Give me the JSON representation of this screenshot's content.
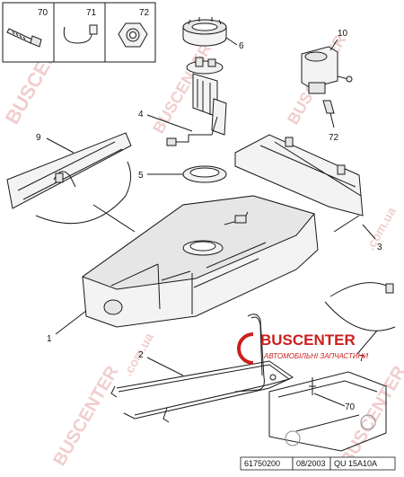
{
  "callouts": {
    "c70_top": "70",
    "c71": "71",
    "c72_top": "72",
    "c6": "6",
    "c10": "10",
    "c4": "4",
    "c9": "9",
    "c72_side": "72",
    "c5": "5",
    "c3": "3",
    "c1": "1",
    "c2": "2",
    "c7": "7",
    "c70_bottom": "70"
  },
  "footer": {
    "ref_code": "61750200",
    "date": "08/2003",
    "qu_code": "QU 15A10A"
  },
  "watermark": {
    "brand": "BUSCENTER",
    "site": ".com.ua",
    "logo_text": "BUSCENTER",
    "logo_sub": "АВТОМОБІЛЬНІ ЗАПЧАСТИНИ"
  },
  "colors": {
    "line": "#1a1a1a",
    "part_fill": "#f3f3f3",
    "watermark": "#e7a7a7",
    "brand_red": "#cc1f1f"
  }
}
